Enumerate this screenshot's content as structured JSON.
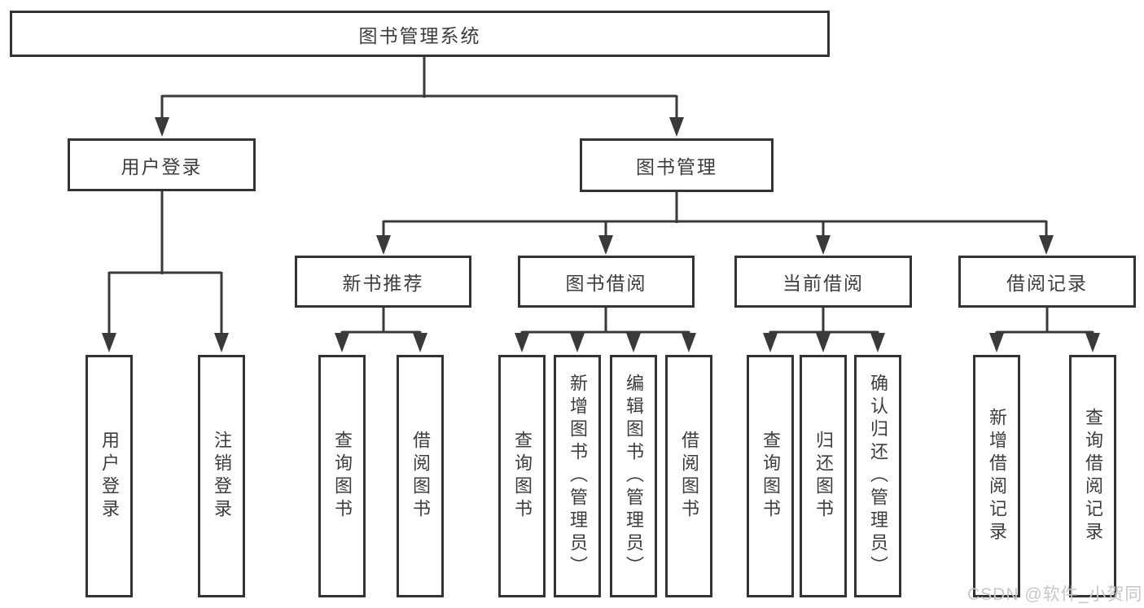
{
  "diagram": {
    "title": "图书管理系统",
    "tree": {
      "root": "图书管理系统",
      "level2": [
        {
          "label": "用户登录",
          "children": [
            "用户登录",
            "注销登录"
          ]
        },
        {
          "label": "图书管理",
          "modules": [
            {
              "label": "新书推荐",
              "children": [
                "查询图书",
                "借阅图书"
              ]
            },
            {
              "label": "图书借阅",
              "children": [
                "查询图书",
                "新增图书（管理员）",
                "编辑图书（管理员）",
                "借阅图书"
              ]
            },
            {
              "label": "当前借阅",
              "children": [
                "查询图书",
                "归还图书",
                "确认归还（管理员）"
              ]
            },
            {
              "label": "借阅记录",
              "children": [
                "新增借阅记录",
                "查询借阅记录"
              ]
            }
          ]
        }
      ]
    },
    "colors": {
      "box_border": "#333333",
      "connector_line": "#3a3a3a",
      "text": "#3d3d3d",
      "background": "#ffffff",
      "watermark": "#c7c7c7"
    }
  },
  "watermark": "CSDN @软件_小贺同学"
}
